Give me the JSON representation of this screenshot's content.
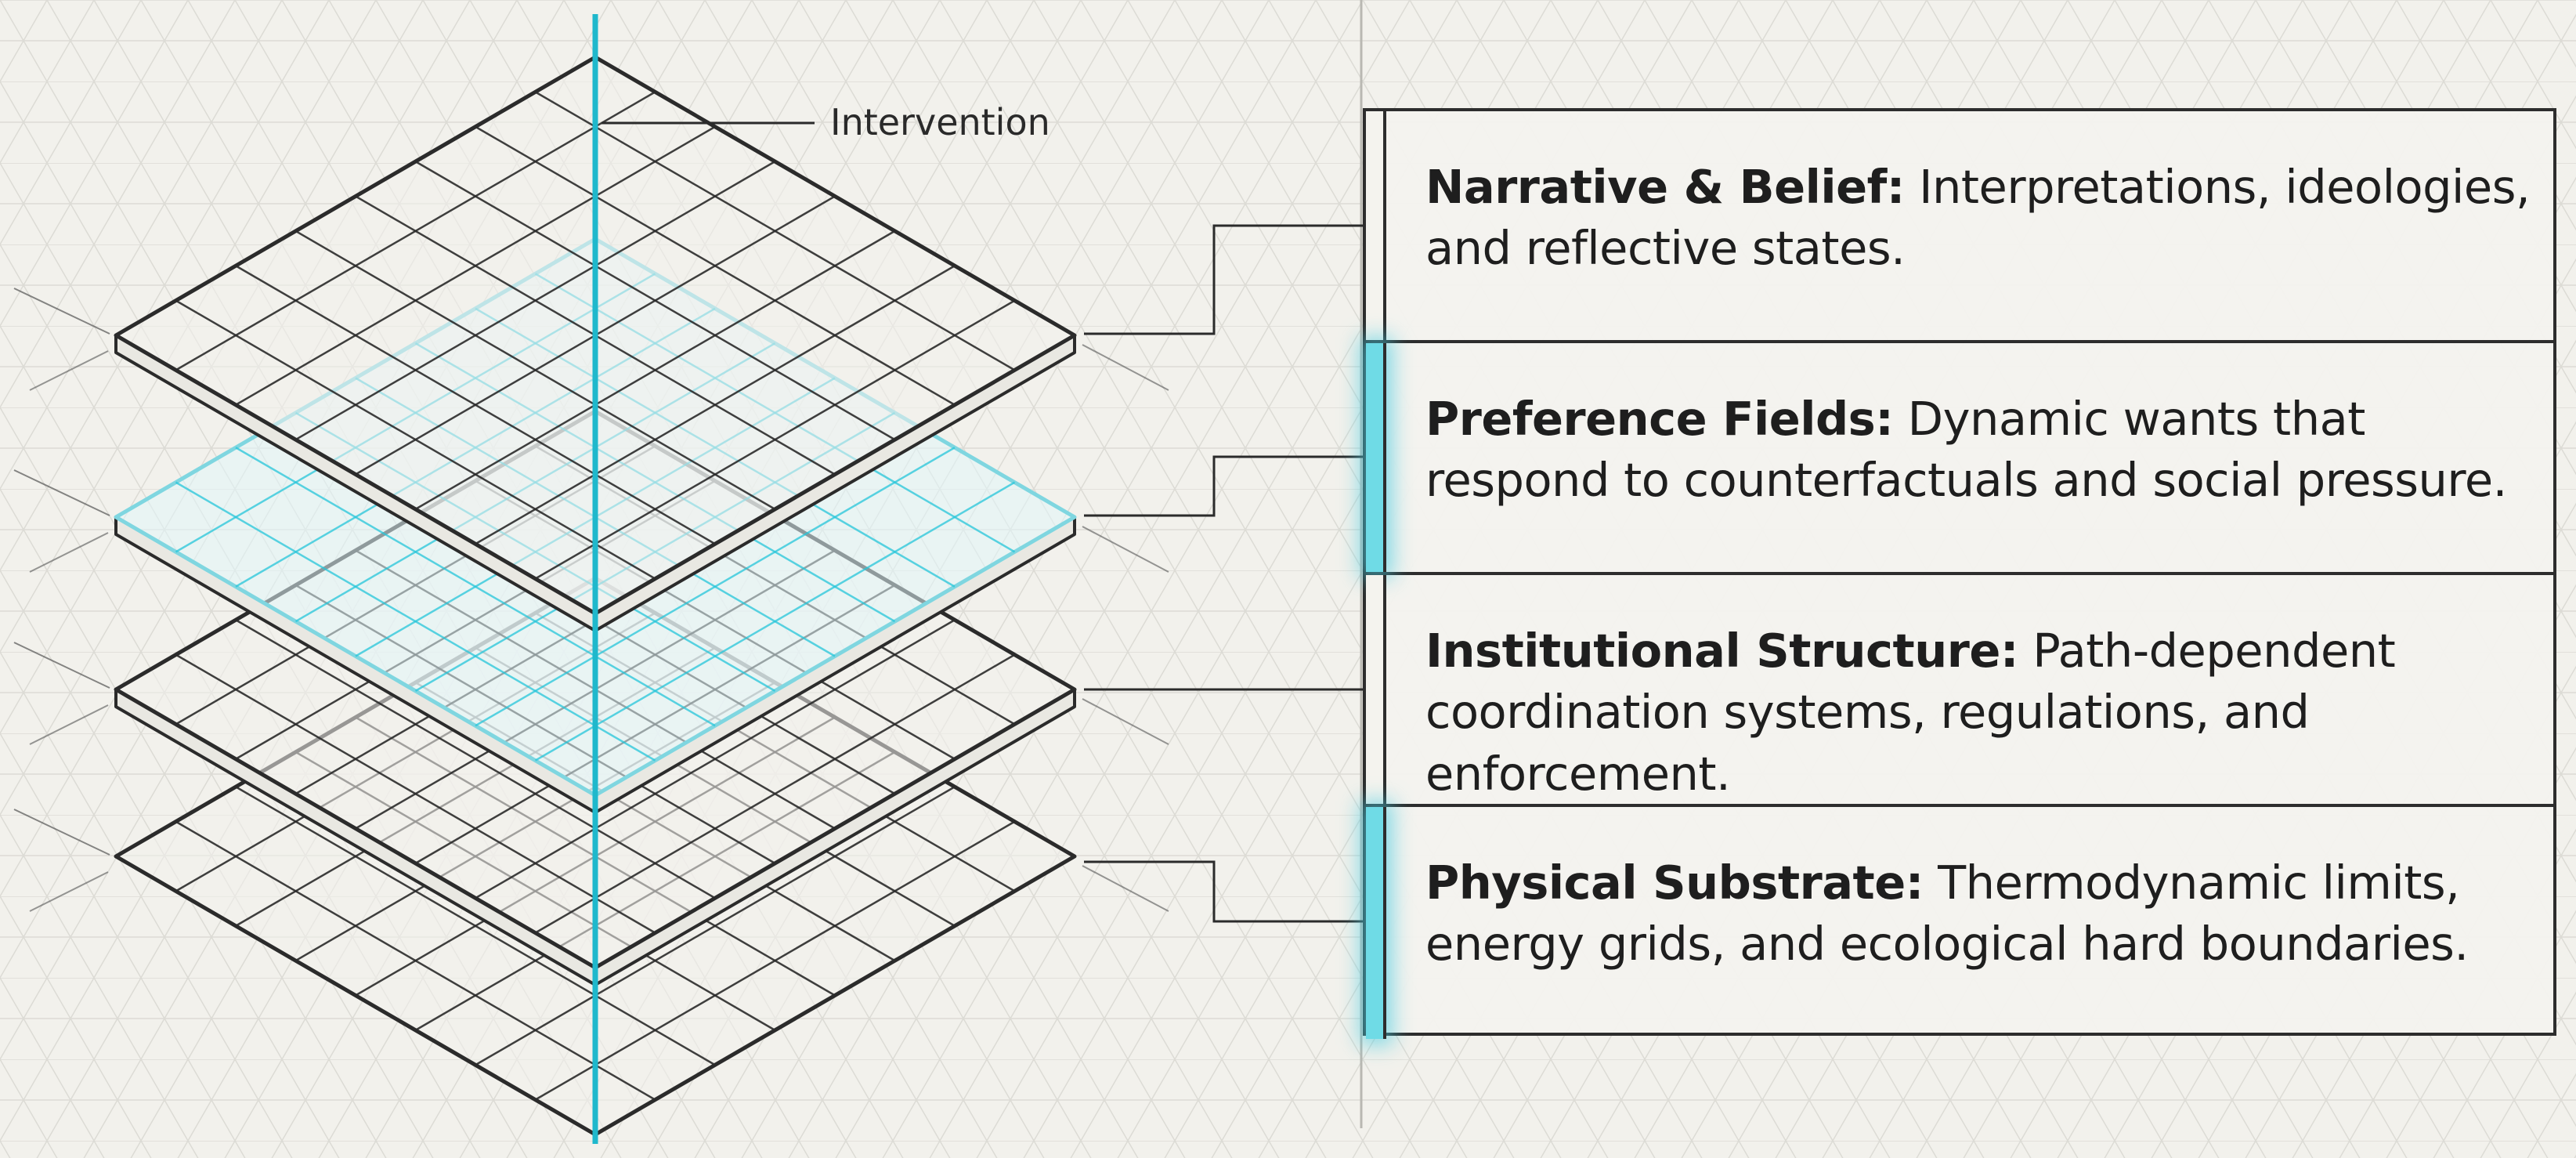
{
  "diagram": {
    "intervention_label": "Intervention",
    "accent_color": "#26c6da",
    "line_color": "#2b2b2b"
  },
  "layers": [
    {
      "name": "Narrative & Belief:",
      "description": "Interpretations, ideologies, and reflective states.",
      "highlighted": false
    },
    {
      "name": "Preference Fields:",
      "description": "Dynamic wants that respond to counterfactuals and social pressure.",
      "highlighted": true
    },
    {
      "name": "Institutional Structure:",
      "description": "Path-dependent coordination systems, regulations, and enforcement.",
      "highlighted": false
    },
    {
      "name": "Physical Substrate:",
      "description": "Thermodynamic limits, energy grids, and ecological hard boundaries.",
      "highlighted": true
    }
  ]
}
